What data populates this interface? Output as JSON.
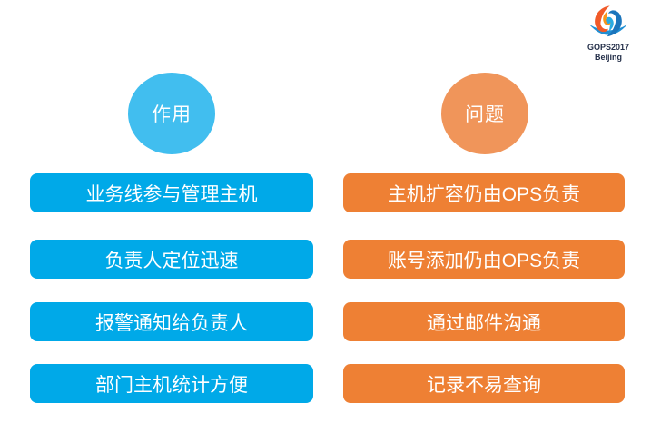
{
  "logo": {
    "line1": "GOPS2017",
    "line2": "Beijing",
    "icon": "gops-swirl-icon",
    "text_color": "#25304A"
  },
  "columns": [
    {
      "id": "function",
      "header": "作用",
      "circle_color": "#41BEEF",
      "bar_color": "#00A9E8",
      "items": [
        "业务线参与管理主机",
        "负责人定位迅速",
        "报警通知给负责人",
        "部门主机统计方便"
      ]
    },
    {
      "id": "problem",
      "header": "问题",
      "circle_color": "#F0955A",
      "bar_color": "#EE8034",
      "items": [
        "主机扩容仍由OPS负责",
        "账号添加仍由OPS负责",
        "通过邮件沟通",
        "记录不易查询"
      ]
    }
  ]
}
